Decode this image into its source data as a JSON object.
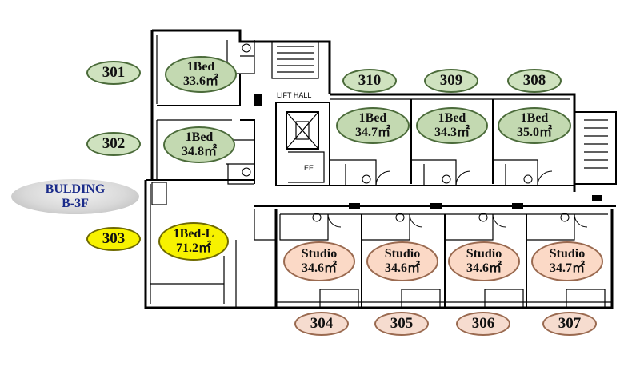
{
  "building": {
    "line1": "BULDING",
    "line2": "B-3F"
  },
  "hall_label": "LIFT HALL",
  "ee_label": "EE.",
  "units": [
    {
      "number": "301",
      "type": "1Bed",
      "area": "33.6㎡"
    },
    {
      "number": "302",
      "type": "1Bed",
      "area": "34.8㎡"
    },
    {
      "number": "303",
      "type": "1Bed-L",
      "area": "71.2㎡"
    },
    {
      "number": "304",
      "type": "Studio",
      "area": "34.6㎡"
    },
    {
      "number": "305",
      "type": "Studio",
      "area": "34.6㎡"
    },
    {
      "number": "306",
      "type": "Studio",
      "area": "34.6㎡"
    },
    {
      "number": "307",
      "type": "Studio",
      "area": "34.7㎡"
    },
    {
      "number": "308",
      "type": "1Bed",
      "area": "35.0㎡"
    },
    {
      "number": "309",
      "type": "1Bed",
      "area": "34.3㎡"
    },
    {
      "number": "310",
      "type": "1Bed",
      "area": "34.7㎡"
    }
  ],
  "colors": {
    "one_bed": "#c3d9b1",
    "studio": "#fbd9c6",
    "one_bed_l": "#f7f200",
    "building_text": "#1a2b8a"
  }
}
